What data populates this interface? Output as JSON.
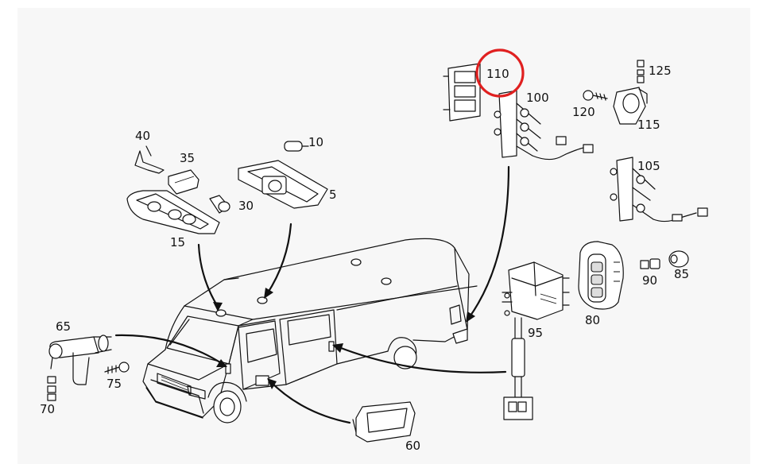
{
  "diagram": {
    "callouts": [
      {
        "key": "c110",
        "text": "110"
      },
      {
        "key": "c100",
        "text": "100"
      },
      {
        "key": "c125",
        "text": "125"
      },
      {
        "key": "c120",
        "text": "120"
      },
      {
        "key": "c115",
        "text": "115"
      },
      {
        "key": "c105",
        "text": "105"
      },
      {
        "key": "c10",
        "text": "10"
      },
      {
        "key": "c40",
        "text": "40"
      },
      {
        "key": "c35",
        "text": "35"
      },
      {
        "key": "c30",
        "text": "30"
      },
      {
        "key": "c5",
        "text": "5"
      },
      {
        "key": "c15",
        "text": "15"
      },
      {
        "key": "c90",
        "text": "90"
      },
      {
        "key": "c85",
        "text": "85"
      },
      {
        "key": "c80",
        "text": "80"
      },
      {
        "key": "c95",
        "text": "95"
      },
      {
        "key": "c65",
        "text": "65"
      },
      {
        "key": "c75",
        "text": "75"
      },
      {
        "key": "c70",
        "text": "70"
      },
      {
        "key": "c60",
        "text": "60"
      }
    ],
    "highlight": {
      "callout": "110",
      "color": "#e02020"
    }
  }
}
